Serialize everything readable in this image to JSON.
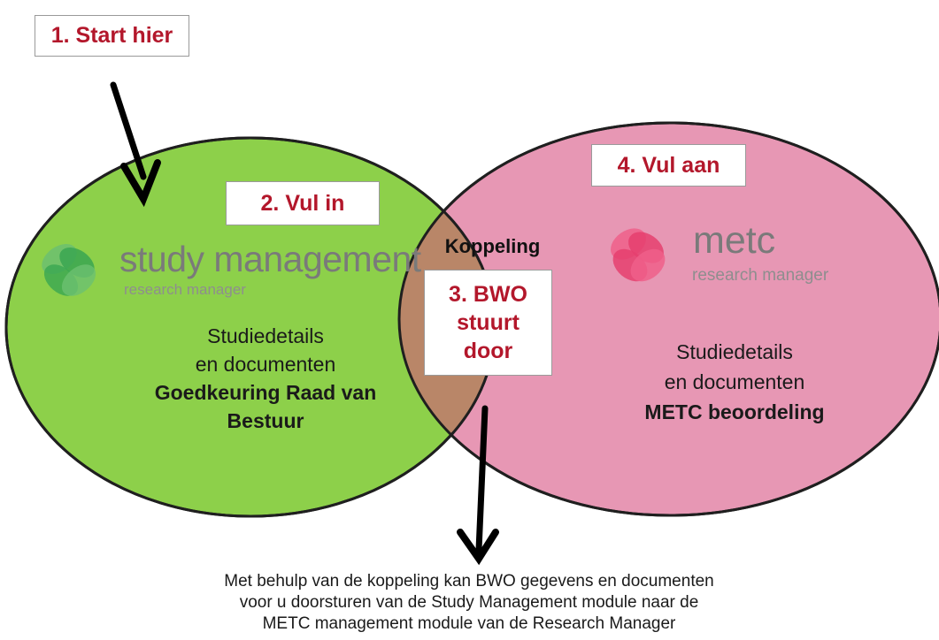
{
  "steps": {
    "step1": "1. Start hier",
    "step2": "2. Vul in",
    "step3_line1": "3. BWO",
    "step3_line2": "stuurt",
    "step3_line3": "door",
    "step4": "4. Vul aan"
  },
  "overlap_label": "Koppeling",
  "left_circle": {
    "logo_title": "study management",
    "logo_subtitle": "research manager",
    "text_line1": "Studiedetails",
    "text_line2": "en documenten",
    "bold_line1": "Goedkeuring Raad van",
    "bold_line2": "Bestuur"
  },
  "right_circle": {
    "logo_title": "metc",
    "logo_subtitle": "research manager",
    "text_line1": "Studiedetails",
    "text_line2": "en documenten",
    "bold_line1": "METC beoordeling"
  },
  "footer": {
    "line1": "Met behulp van de koppeling kan BWO gegevens en documenten",
    "line2": "voor u doorsturen van de Study Management module naar de",
    "line3": "METC management module van de Research Manager"
  },
  "colors": {
    "green": "#8dd04a",
    "pink": "#e797b4",
    "overlap": "#b98668",
    "label_red": "#b3172b",
    "logo_grey": "#7a7a7a",
    "logo_green": "#3aa651",
    "logo_pink": "#e53f6e"
  }
}
